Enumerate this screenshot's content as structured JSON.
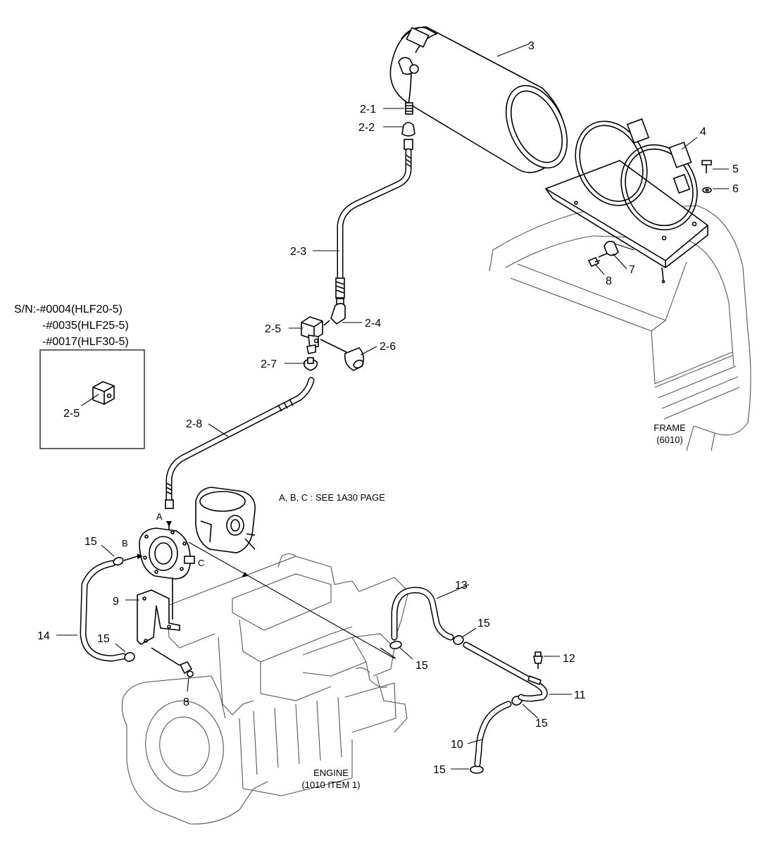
{
  "callouts": {
    "c3": "3",
    "c2_1": "2-1",
    "c2_2": "2-2",
    "c2_3": "2-3",
    "c2_4": "2-4",
    "c2_5": "2-5",
    "c2_6": "2-6",
    "c2_7": "2-7",
    "c2_8": "2-8",
    "c4": "4",
    "c5": "5",
    "c6": "6",
    "c7": "7",
    "c8_top": "8",
    "c8_bottom": "8",
    "c9": "9",
    "c10": "10",
    "c11": "11",
    "c12": "12",
    "c13": "13",
    "c14": "14",
    "c15_a": "15",
    "c15_b": "15",
    "c15_c": "15",
    "c15_d": "15",
    "c15_e": "15",
    "c15_f": "15"
  },
  "inset": {
    "serial_line1": "S/N:-#0004(HLF20-5)",
    "serial_line2": "-#0035(HLF25-5)",
    "serial_line3": "-#0017(HLF30-5)",
    "part_label": "2-5"
  },
  "letters": {
    "a": "A",
    "b": "B",
    "c": "C"
  },
  "note": "A, B, C : SEE 1A30 PAGE",
  "frame": {
    "line1": "FRAME",
    "line2": "(6010)"
  },
  "engine": {
    "line1": "ENGINE",
    "line2": "(1010 ITEM 1)"
  }
}
